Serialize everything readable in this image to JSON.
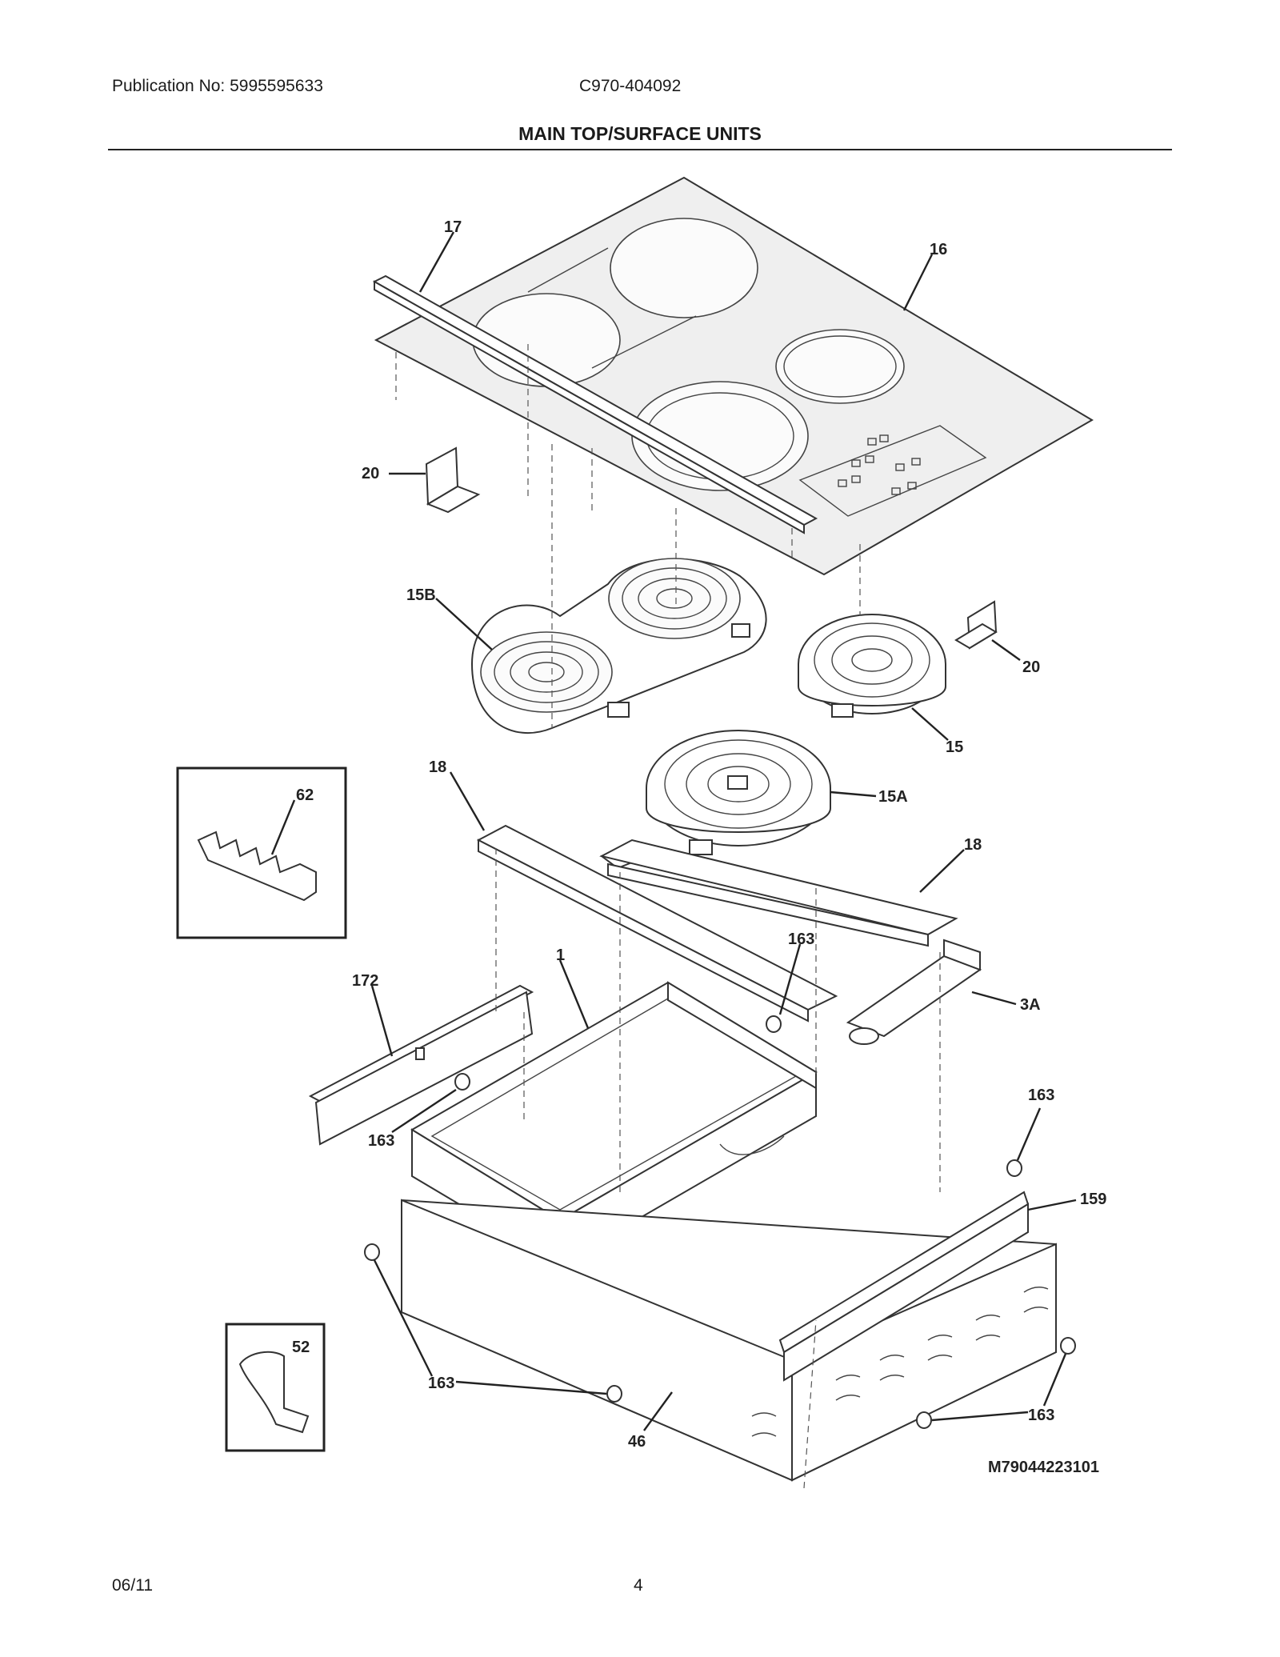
{
  "header": {
    "publication": "Publication No: 5995595633",
    "model": "C970-404092",
    "title": "MAIN TOP/SURFACE UNITS"
  },
  "footer": {
    "date": "06/11",
    "page": "4"
  },
  "diagram": {
    "code": "M79044223101",
    "callouts": {
      "c17": "17",
      "c16": "16",
      "c20a": "20",
      "c20b": "20",
      "c15B": "15B",
      "c15": "15",
      "c15A": "15A",
      "c18a": "18",
      "c18b": "18",
      "c62": "62",
      "c163a": "163",
      "c163b": "163",
      "c163c": "163",
      "c163d": "163",
      "c163e": "163",
      "c1": "1",
      "c172": "172",
      "c3A": "3A",
      "c159": "159",
      "c52": "52",
      "c46": "46"
    }
  }
}
